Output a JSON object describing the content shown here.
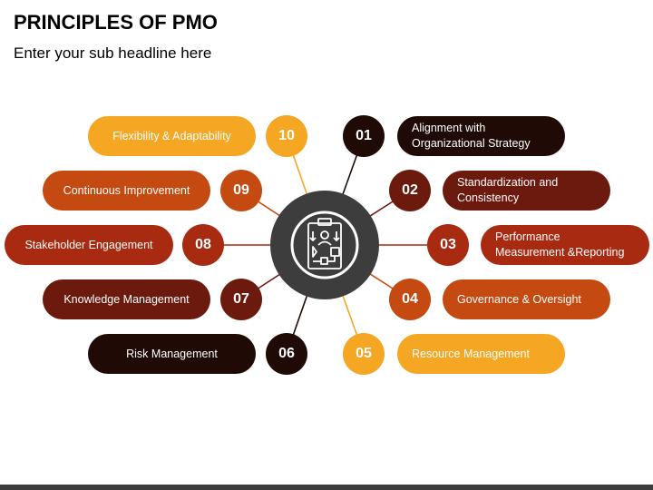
{
  "title": "PRINCIPLES OF PMO",
  "subtitle": "Enter your sub headline here",
  "colors": {
    "dark": "#1f0a05",
    "brown_dark": "#6b1a0d",
    "red": "#a82a10",
    "orange": "#d4561a",
    "yellow": "#f5a623",
    "hub": "#3d3d3d"
  },
  "hub_icon": "clipboard-workflow-icon",
  "items": [
    {
      "num": "01",
      "label": "Alignment with\nOrganizational Strategy",
      "color": "#1f0a05"
    },
    {
      "num": "02",
      "label": "Standardization and\nConsistency",
      "color": "#6b1a0d"
    },
    {
      "num": "03",
      "label": "Performance\nMeasurement &Reporting",
      "color": "#a82a10"
    },
    {
      "num": "04",
      "label": "Governance & Oversight",
      "color": "#c44a12"
    },
    {
      "num": "05",
      "label": "Resource Management",
      "color": "#f5a623"
    },
    {
      "num": "06",
      "label": "Risk Management",
      "color": "#1f0a05"
    },
    {
      "num": "07",
      "label": "Knowledge Management",
      "color": "#6b1a0d"
    },
    {
      "num": "08",
      "label": "Stakeholder Engagement",
      "color": "#a82a10"
    },
    {
      "num": "09",
      "label": "Continuous Improvement",
      "color": "#c44a12"
    },
    {
      "num": "10",
      "label": "Flexibility & Adaptability",
      "color": "#f5a623"
    }
  ]
}
